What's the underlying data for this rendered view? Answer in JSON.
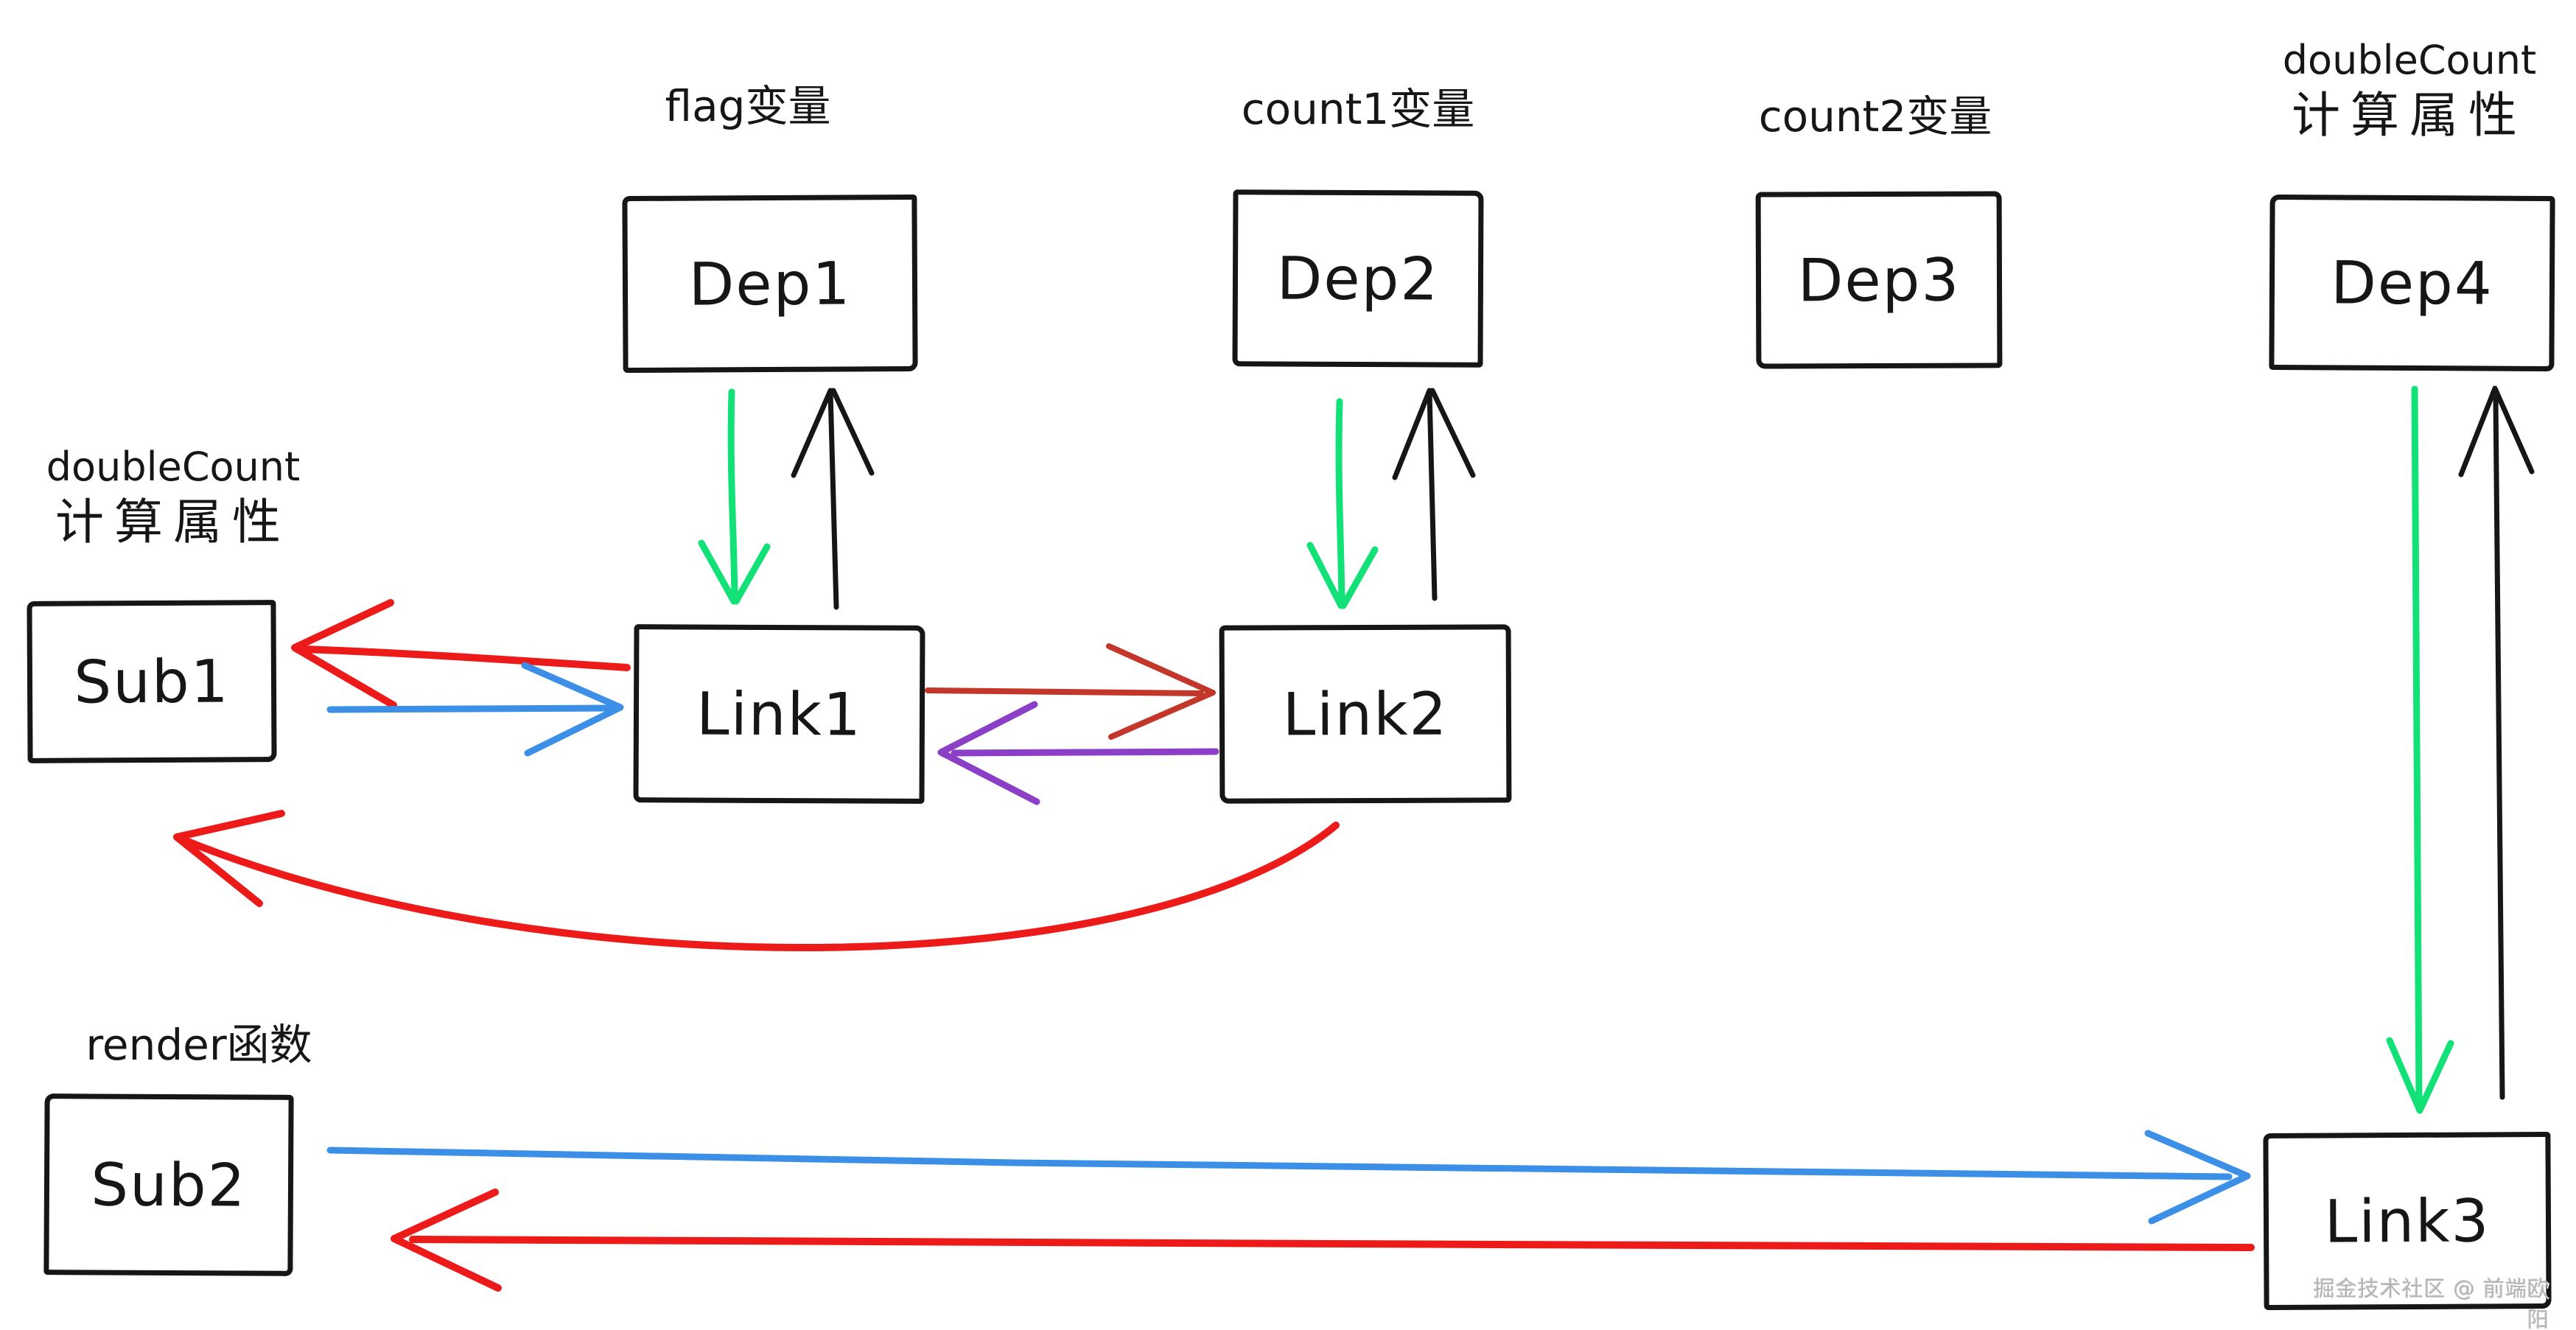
{
  "page": {
    "background": "#ffffff",
    "watermark": "掘金技术社区 @ 前端欧阳"
  },
  "colors": {
    "ink": "#161616",
    "green": "#12e178",
    "red": "#ed1a1a",
    "dark_red": "#c3372b",
    "blue": "#3c8fe6",
    "purple": "#8b3ec6",
    "watermark": "#b5b3b3"
  },
  "nodes": {
    "dep1": {
      "label": "Dep1",
      "caption": "flag变量"
    },
    "dep2": {
      "label": "Dep2",
      "caption": "count1变量"
    },
    "dep3": {
      "label": "Dep3",
      "caption": "count2变量"
    },
    "dep4": {
      "label": "Dep4",
      "caption_line1": "doubleCount",
      "caption_line2": "计算属性"
    },
    "sub1": {
      "label": "Sub1",
      "caption_line1": "doubleCount",
      "caption_line2": "计算属性"
    },
    "link1": {
      "label": "Link1"
    },
    "link2": {
      "label": "Link2"
    },
    "sub2": {
      "label": "Sub2",
      "caption": "render函数"
    },
    "link3": {
      "label": "Link3"
    }
  },
  "arrows": [
    {
      "name": "dep1-to-link1",
      "color": "green",
      "from": "Dep1",
      "to": "Link1",
      "direction": "down"
    },
    {
      "name": "link1-to-dep1",
      "color": "black",
      "from": "Link1",
      "to": "Dep1",
      "direction": "up"
    },
    {
      "name": "dep2-to-link2",
      "color": "green",
      "from": "Dep2",
      "to": "Link2",
      "direction": "down"
    },
    {
      "name": "link2-to-dep2",
      "color": "black",
      "from": "Link2",
      "to": "Dep2",
      "direction": "up"
    },
    {
      "name": "link1-to-sub1",
      "color": "red",
      "from": "Link1",
      "to": "Sub1",
      "direction": "left"
    },
    {
      "name": "sub1-to-link1",
      "color": "blue",
      "from": "Sub1",
      "to": "Link1",
      "direction": "right"
    },
    {
      "name": "link1-to-link2",
      "color": "dark_red",
      "from": "Link1",
      "to": "Link2",
      "direction": "right"
    },
    {
      "name": "link2-to-link1",
      "color": "purple",
      "from": "Link2",
      "to": "Link1",
      "direction": "left"
    },
    {
      "name": "link2-to-sub1-curve",
      "color": "red",
      "from": "Link2",
      "to": "Sub1",
      "direction": "curved-left"
    },
    {
      "name": "sub2-to-link3",
      "color": "blue",
      "from": "Sub2",
      "to": "Link3",
      "direction": "right"
    },
    {
      "name": "link3-to-sub2",
      "color": "red",
      "from": "Link3",
      "to": "Sub2",
      "direction": "left"
    },
    {
      "name": "dep4-to-link3",
      "color": "green",
      "from": "Dep4",
      "to": "Link3",
      "direction": "down"
    },
    {
      "name": "link3-to-dep4",
      "color": "black",
      "from": "Link3",
      "to": "Dep4",
      "direction": "up"
    }
  ]
}
